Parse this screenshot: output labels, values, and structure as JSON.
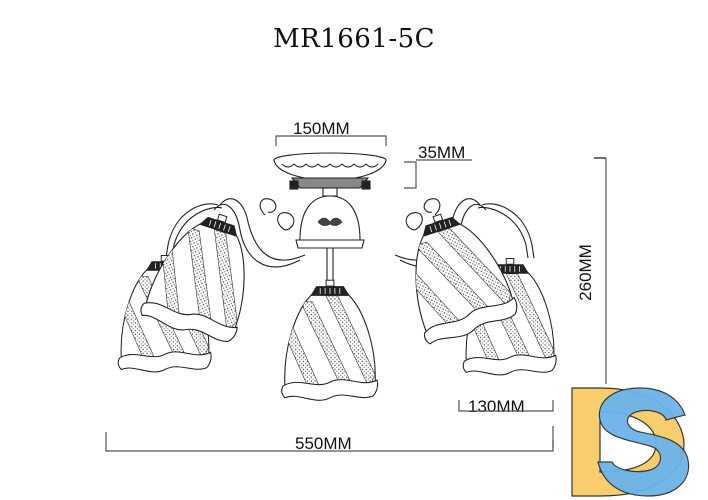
{
  "title": "MR1661-5C",
  "dimensions": {
    "canopy_diameter": "150MM",
    "canopy_height": "35MM",
    "total_height": "260MM",
    "shade_diameter": "130MM",
    "total_diameter": "550MM"
  },
  "product": {
    "type": "ceiling chandelier",
    "lamp_count": 5,
    "shade_style": "tulip glass shade with diagonal textured stripes and wavy rim"
  },
  "logo": {
    "letters": "DS",
    "colors": {
      "d": "#F7CE6B",
      "s": "#6BB4EC",
      "outline": "#333333"
    }
  }
}
